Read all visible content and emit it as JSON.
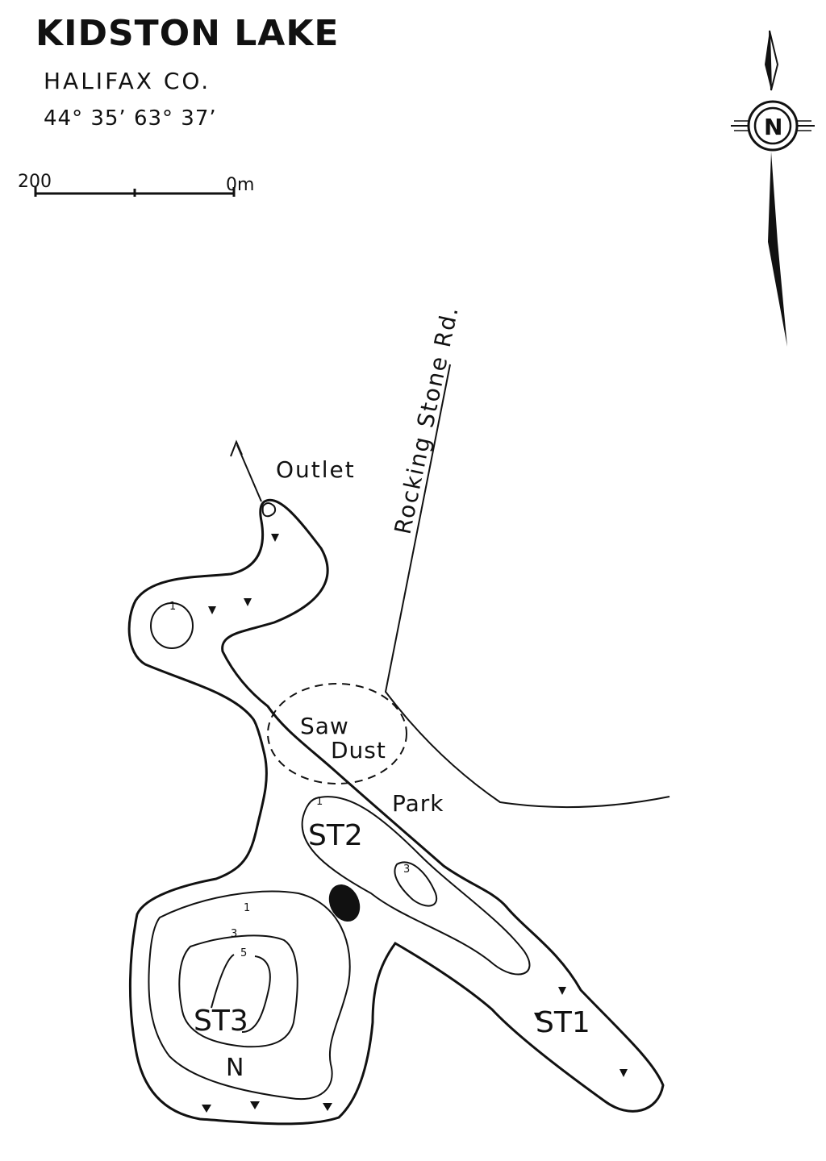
{
  "map": {
    "title": "KIDSTON LAKE",
    "county": "HALIFAX CO.",
    "coordinates": "44° 35’ 63° 37’"
  },
  "scale_bar": {
    "left_label": "200",
    "right_label": "0m"
  },
  "north_arrow": {
    "letter": "N",
    "icon": "compass-north-arrow-icon"
  },
  "labels": {
    "road": "Rocking Stone Rd.",
    "outlet": "Outlet",
    "saw": "Saw",
    "dust": "Dust",
    "park": "Park",
    "st1": "ST1",
    "st2": "ST2",
    "st3": "ST3",
    "n": "N"
  },
  "depth_contours": {
    "north_basin": "1",
    "st2_outer": "1",
    "st2_inner": "3",
    "st3_outer": "1",
    "st3_middle": "3",
    "st3_inner": "5"
  },
  "colors": {
    "ink": "#111111",
    "paper": "#ffffff"
  }
}
